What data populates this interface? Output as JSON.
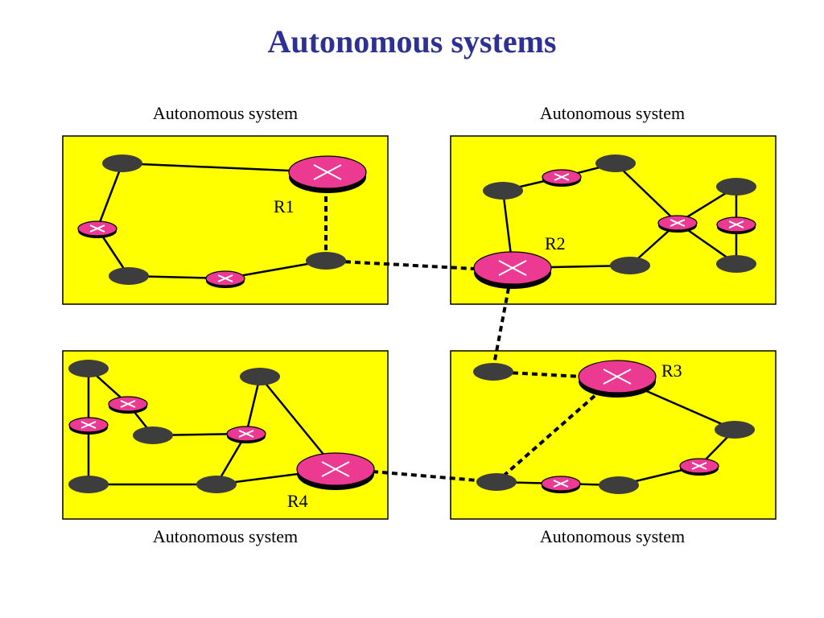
{
  "title": "Autonomous systems",
  "as_labels": {
    "top_left": "Autonomous system",
    "top_right": "Autonomous system",
    "bottom_left": "Autonomous system",
    "bottom_right": "Autonomous system"
  },
  "routers": {
    "r1": "R1",
    "r2": "R2",
    "r3": "R3",
    "r4": "R4"
  },
  "colors": {
    "title": "#2e3192",
    "as_fill": "#ffff00",
    "router": "#ec3a93",
    "host": "#3d3d3d"
  }
}
